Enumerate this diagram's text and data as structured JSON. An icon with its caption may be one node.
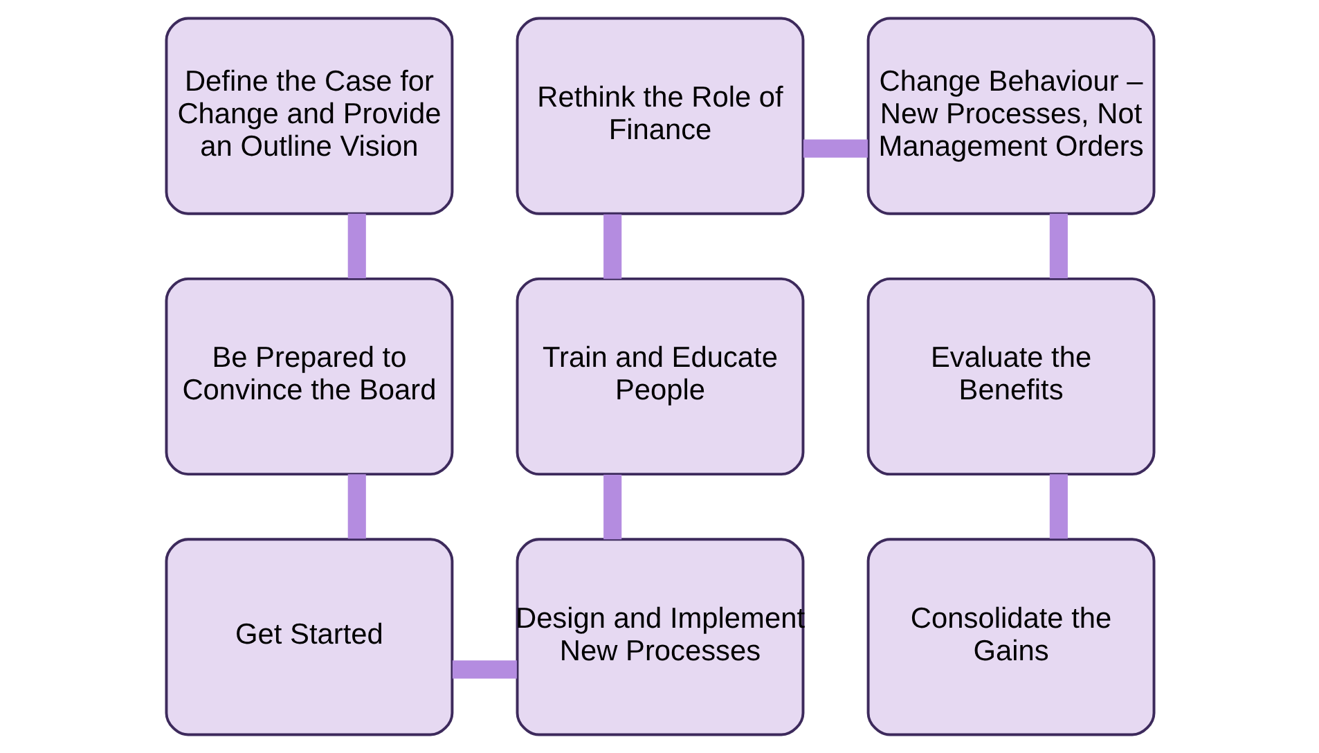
{
  "diagram": {
    "nodes": [
      {
        "text": [
          "Define the Case for Change and Provide an Outline Vision"
        ]
      },
      {
        "text": [
          "Be Prepared to Convince the Board"
        ]
      },
      {
        "text": [
          "Get Started"
        ]
      },
      {
        "text": [
          "Design and Implement New Processes"
        ]
      },
      {
        "text": [
          "Train and Educate People"
        ]
      },
      {
        "text": [
          "Rethink the Role of Finance"
        ]
      },
      {
        "text": [
          "Change Behaviour – New Processes, Not Management Orders"
        ]
      },
      {
        "text": [
          "Evaluate the Benefits"
        ]
      },
      {
        "text": [
          "Consolidate the Gains"
        ]
      }
    ],
    "edges": [
      {
        "from": 0,
        "to": 1,
        "arrow": "none"
      },
      {
        "from": 1,
        "to": 2,
        "arrow": "none"
      },
      {
        "from": 2,
        "to": 3,
        "arrow": "none"
      },
      {
        "from": 3,
        "to": 4,
        "arrow": "none"
      },
      {
        "from": 4,
        "to": 5,
        "arrow": "none"
      },
      {
        "from": 5,
        "to": 6,
        "arrow": "none"
      },
      {
        "from": 6,
        "to": 7,
        "arrow": "none"
      },
      {
        "from": 7,
        "to": 8,
        "arrow": "none"
      }
    ]
  }
}
